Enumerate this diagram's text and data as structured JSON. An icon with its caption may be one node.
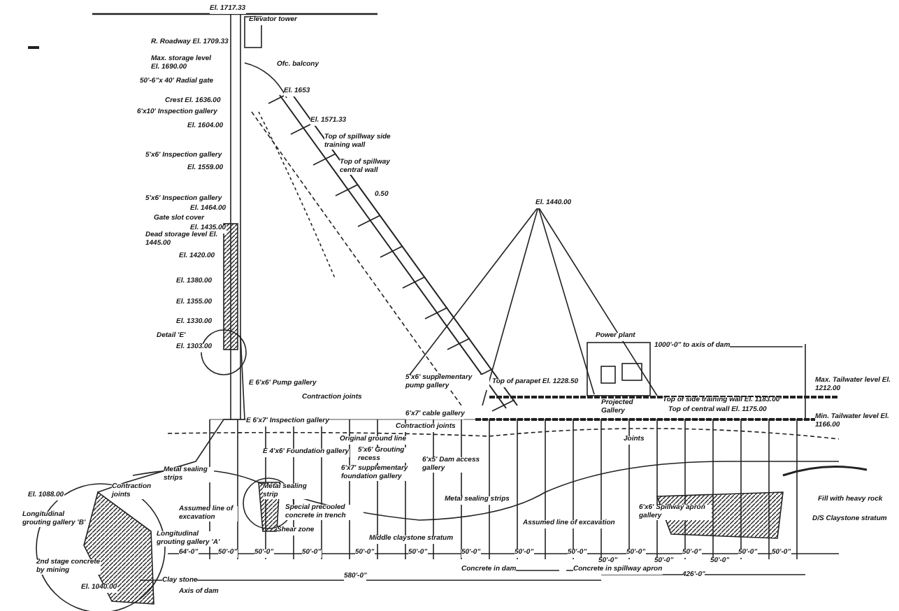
{
  "diagram": {
    "labels": [
      "El. 1717.33",
      "Elevator tower",
      "R. Roadway El. 1709.33",
      "Max. storage level El. 1690.00",
      "Ofc. balcony",
      "50'-6\"x 40' Radial gate",
      "El. 1653",
      "Crest El. 1636.00",
      "6'x10' Inspection gallery",
      "El. 1604.00",
      "El. 1571.33",
      "Top of spillway side training wall",
      "Top of spillway central wall",
      "5'x6' Inspection gallery",
      "El. 1559.00",
      "0.50",
      "El. 1440.00",
      "5'x6' Inspection gallery",
      "El. 1464.00",
      "Gate slot cover",
      "El. 1435.00",
      "Dead storage level El. 1445.00",
      "El. 1420.00",
      "El. 1380.00",
      "El. 1355.00",
      "El. 1330.00",
      "Detail 'E'",
      "El. 1303.00",
      "Power plant",
      "1000'-0\" to axis of dam",
      "Max. Tailwater level El. 1212.00",
      "E 6'x6' Pump gallery",
      "5'x6' supplementary pump gallery",
      "Top of parapet El. 1228.50",
      "Projected Gallery",
      "Top of side training wall El. 1183.00",
      "Top of central wall El. 1175.00",
      "Min. Tailwater level El. 1166.00",
      "Contraction joints",
      "6'x7' cable gallery",
      "E 6'x7' Inspection gallery",
      "Contraction joints",
      "Original ground line",
      "Joints",
      "E 4'x6' Foundation gallery",
      "5'x6' Grouting recess",
      "6'x7' supplementary foundation gallery",
      "6'x5' Dam access gallery",
      "Metal sealing strips",
      "Metal sealing strip",
      "El. 1088.00",
      "Contraction joints",
      "Metal sealing strips",
      "Assumed line of excavation",
      "Special precooled concrete in trench",
      "6'x6' Spillway apron gallery",
      "Fill with heavy rock",
      "Assumed line of excavation",
      "Longitudinal grouting gallery 'B'",
      "D/S Claystone stratum",
      "Shear zone",
      "Middle claystone stratum",
      "Longitudinal grouting gallery 'A'",
      "64'-0\"",
      "50'-0\"",
      "50'-0\"",
      "50'-0\"",
      "50'-0\"",
      "50'-0\"",
      "50'-0\"",
      "50'-0\"",
      "50'-0\"",
      "50'-0\"",
      "50'-0\"",
      "50'-0\"",
      "50'-0\"",
      "50'-0\"",
      "50'-0\"",
      "50'-0\"",
      "2nd stage concrete by mining",
      "Concrete in dam",
      "Concrete in spillway apron",
      "580'-0\"",
      "426'-0\"",
      "Clay stone",
      "El. 1040.00",
      "Axis of dam"
    ]
  }
}
